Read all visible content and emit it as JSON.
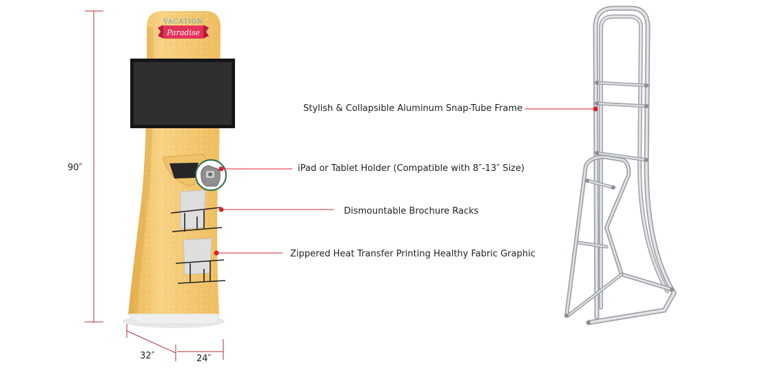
{
  "dimensions": {
    "height": "90″",
    "depth": "32″",
    "width": "24″"
  },
  "logo": {
    "line1": "VACATION",
    "line2": "Paradise"
  },
  "callouts": {
    "frame": "Stylish & Collapsible Aluminum Snap-Tube Frame",
    "tablet_holder": "iPad or Tablet Holder (Compatible with 8″-13″ Size)",
    "brochure_racks": "Dismountable Brochure Racks",
    "fabric_graphic": "Zippered Heat Transfer Printing Healthy Fabric Graphic"
  },
  "colors": {
    "leader": "#d9232a",
    "dimension_line": "#b03030",
    "fabric": "#f3c56b",
    "frame": "#c9ccd0"
  }
}
